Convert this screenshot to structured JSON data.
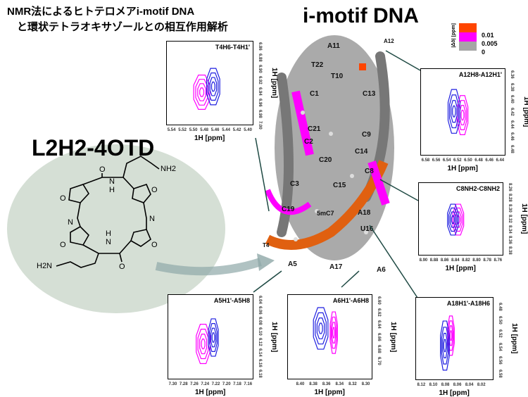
{
  "title": {
    "line1": "NMR法によるヒトテロメアi-motif DNA",
    "line2": "と環状テトラオキサゾールとの相互作用解析"
  },
  "dna_title": "i-motif DNA",
  "ligand": {
    "name": "L2H2-4OTD",
    "nh2_top": "NH2",
    "nh2_bottom": "H2N",
    "n_labels": [
      "N",
      "N",
      "N",
      "N",
      "O",
      "O",
      "O",
      "O",
      "H",
      "H"
    ]
  },
  "legend": {
    "title": "|Δδ| [ppm]",
    "values": [
      "0.01",
      "0.005",
      "0"
    ],
    "colors": [
      "#ff4500",
      "#ff00ff",
      "#a6a6a6"
    ]
  },
  "residue_labels": [
    "A11",
    "A12",
    "T22",
    "T10",
    "C1",
    "C13",
    "C21",
    "C9",
    "C2",
    "C14",
    "C20",
    "C8",
    "C3",
    "C15",
    "C19",
    "5mC7",
    "A18",
    "U16",
    "T4",
    "A5",
    "A17",
    "A6"
  ],
  "colors": {
    "free": "#1f1fe0",
    "bound": "#ff00ff",
    "connector": "#1f4a44"
  },
  "panels": [
    {
      "title": "T4H6-T4H1'",
      "xlabel": "1H [ppm]",
      "ylabel": "1H [ppm]",
      "xticks": [
        "5.54",
        "5.52",
        "5.50",
        "5.48",
        "5.46",
        "5.44",
        "5.42",
        "5.40"
      ],
      "yticks": [
        "6.86",
        "6.88",
        "6.90",
        "6.92",
        "6.94",
        "6.96",
        "6.98",
        "7.00"
      ],
      "xrange": [
        5.55,
        5.39
      ],
      "yrange": [
        6.85,
        7.0
      ],
      "peaks": {
        "blue": [
          5.465,
          6.93,
          0.013,
          0.035
        ],
        "magenta": [
          5.486,
          6.94,
          0.016,
          0.033
        ]
      }
    },
    {
      "title": "A12H8-A12H1'",
      "xlabel": "1H [ppm]",
      "ylabel": "1H [ppm]",
      "xticks": [
        "6.58",
        "6.56",
        "6.54",
        "6.52",
        "6.50",
        "6.48",
        "6.46",
        "6.44"
      ],
      "yticks": [
        "6.36",
        "6.38",
        "6.40",
        "6.42",
        "6.44",
        "6.46",
        "6.48"
      ],
      "xrange": [
        6.59,
        6.43
      ],
      "yrange": [
        6.35,
        6.49
      ],
      "peaks": {
        "blue": [
          6.528,
          6.418,
          0.012,
          0.038
        ],
        "magenta": [
          6.512,
          6.424,
          0.011,
          0.034
        ]
      }
    },
    {
      "title": "C8NH2-C8NH2",
      "xlabel": "1H [ppm]",
      "ylabel": "1H [ppm]",
      "xticks": [
        "8.90",
        "8.88",
        "8.86",
        "8.84",
        "8.82",
        "8.80",
        "8.78",
        "8.76"
      ],
      "yticks": [
        "8.26",
        "8.28",
        "8.30",
        "8.32",
        "8.34",
        "8.36",
        "8.38"
      ],
      "xrange": [
        8.91,
        8.75
      ],
      "yrange": [
        8.25,
        8.39
      ],
      "peaks": {
        "blue": [
          8.846,
          8.32,
          0.011,
          0.032
        ],
        "magenta": [
          8.836,
          8.32,
          0.011,
          0.032
        ]
      }
    },
    {
      "title": "A5H1'-A5H8",
      "xlabel": "1H [ppm]",
      "ylabel": "1H [ppm]",
      "xticks": [
        "7.30",
        "7.28",
        "7.26",
        "7.24",
        "7.22",
        "7.20",
        "7.18",
        "7.16"
      ],
      "yticks": [
        "6.04",
        "6.06",
        "6.08",
        "6.10",
        "6.12",
        "6.14",
        "6.16",
        "6.18"
      ],
      "xrange": [
        7.31,
        7.15
      ],
      "yrange": [
        6.03,
        6.19
      ],
      "peaks": {
        "blue": [
          7.226,
          6.11,
          0.01,
          0.038
        ],
        "magenta": [
          7.245,
          6.122,
          0.014,
          0.04
        ]
      }
    },
    {
      "title": "A6H1'-A6H8",
      "xlabel": "1H [ppm]",
      "ylabel": "1H [ppm]",
      "xticks": [
        "8.40",
        "8.38",
        "8.36",
        "8.34",
        "8.32",
        "8.30"
      ],
      "yticks": [
        "6.60",
        "6.62",
        "6.64",
        "6.66",
        "6.68",
        "6.70"
      ],
      "xrange": [
        8.42,
        8.29
      ],
      "yrange": [
        6.59,
        6.73
      ],
      "peaks": {
        "blue": [
          8.37,
          6.645,
          0.012,
          0.037
        ],
        "magenta": [
          8.35,
          6.652,
          0.006,
          0.037
        ]
      }
    },
    {
      "title": "A18H1'-A18H6",
      "xlabel": "1H [ppm]",
      "ylabel": "1H [ppm]",
      "xticks": [
        "8.12",
        "8.10",
        "8.08",
        "8.06",
        "8.04",
        "8.02"
      ],
      "yticks": [
        "6.48",
        "6.50",
        "6.52",
        "6.54",
        "6.56",
        "6.58"
      ],
      "xrange": [
        8.13,
        8.0
      ],
      "yrange": [
        6.465,
        6.59
      ],
      "peaks": {
        "blue": [
          8.082,
          6.537,
          0.008,
          0.04
        ],
        "magenta": [
          8.072,
          6.522,
          0.006,
          0.032
        ]
      }
    }
  ]
}
